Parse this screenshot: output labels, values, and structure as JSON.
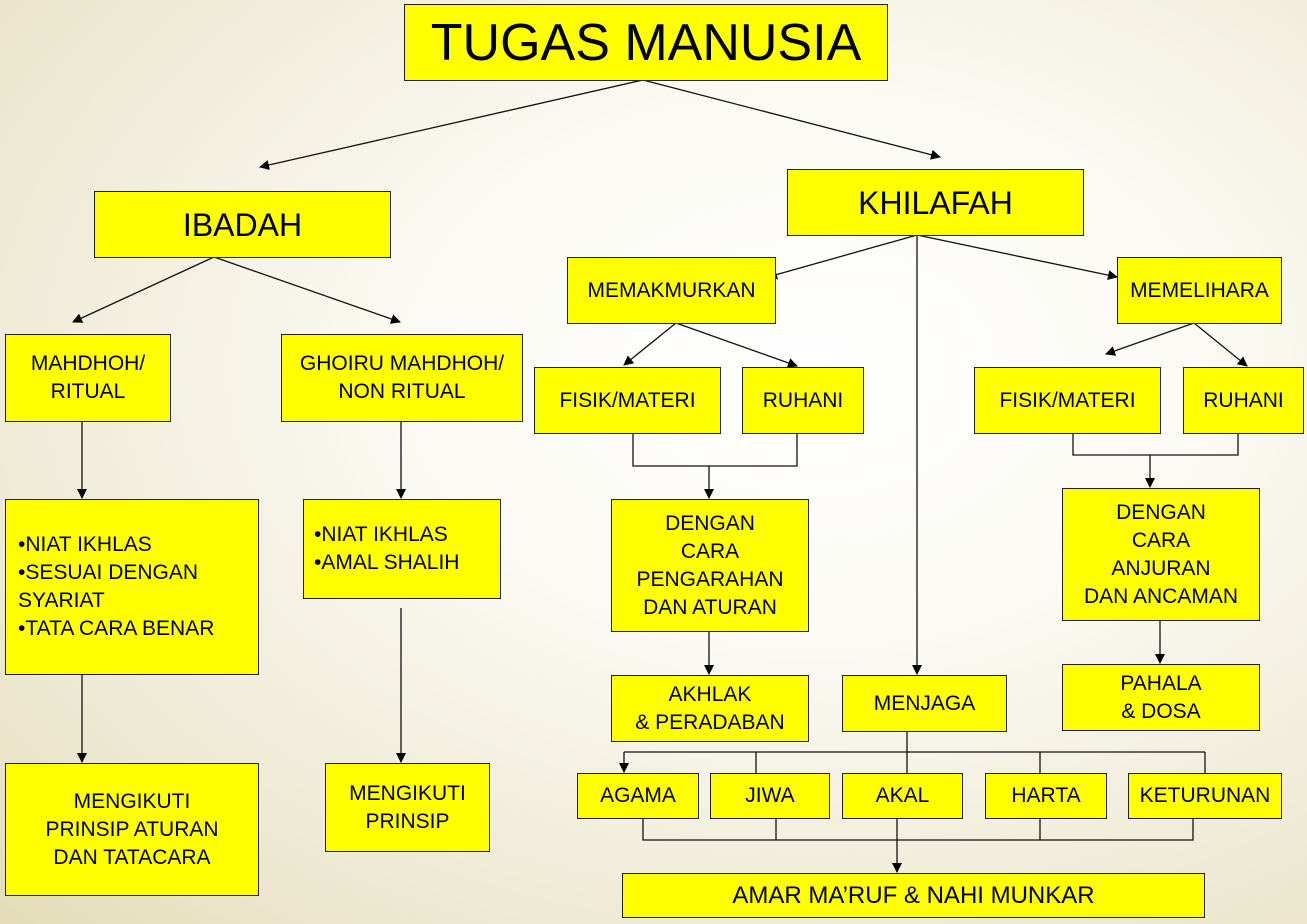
{
  "title": "TUGAS MANUSIA",
  "ibadah": {
    "label": "IBADAH",
    "mahdhoh": {
      "label": "MAHDHOH/\nRITUAL",
      "criteria": "•NIAT IKHLAS\n•SESUAI DENGAN\n  SYARIAT\n•TATA CARA BENAR",
      "result": "MENGIKUTI\nPRINSIP  ATURAN\nDAN TATACARA"
    },
    "ghoiru": {
      "label": "GHOIRU MAHDHOH/\nNON RITUAL",
      "criteria": "•NIAT IKHLAS\n•AMAL SHALIH",
      "result": "MENGIKUTI\nPRINSIP"
    }
  },
  "khilafah": {
    "label": "KHILAFAH",
    "memakmurkan": {
      "label": "MEMAKMURKAN",
      "fisik": "FISIK/MATERI",
      "ruhani": "RUHANI",
      "method": "DENGAN\nCARA\nPENGARAHAN\nDAN ATURAN",
      "result": "AKHLAK\n& PERADABAN"
    },
    "memelihara": {
      "label": "MEMELIHARA",
      "fisik": "FISIK/MATERI",
      "ruhani": "RUHANI",
      "method": "DENGAN\nCARA\nANJURAN\nDAN ANCAMAN",
      "result": "PAHALA\n& DOSA"
    },
    "menjaga": {
      "label": "MENJAGA",
      "items": [
        "AGAMA",
        "JIWA",
        "AKAL",
        "HARTA",
        "KETURUNAN"
      ],
      "result": "AMAR MA’RUF & NAHI MUNKAR"
    }
  }
}
